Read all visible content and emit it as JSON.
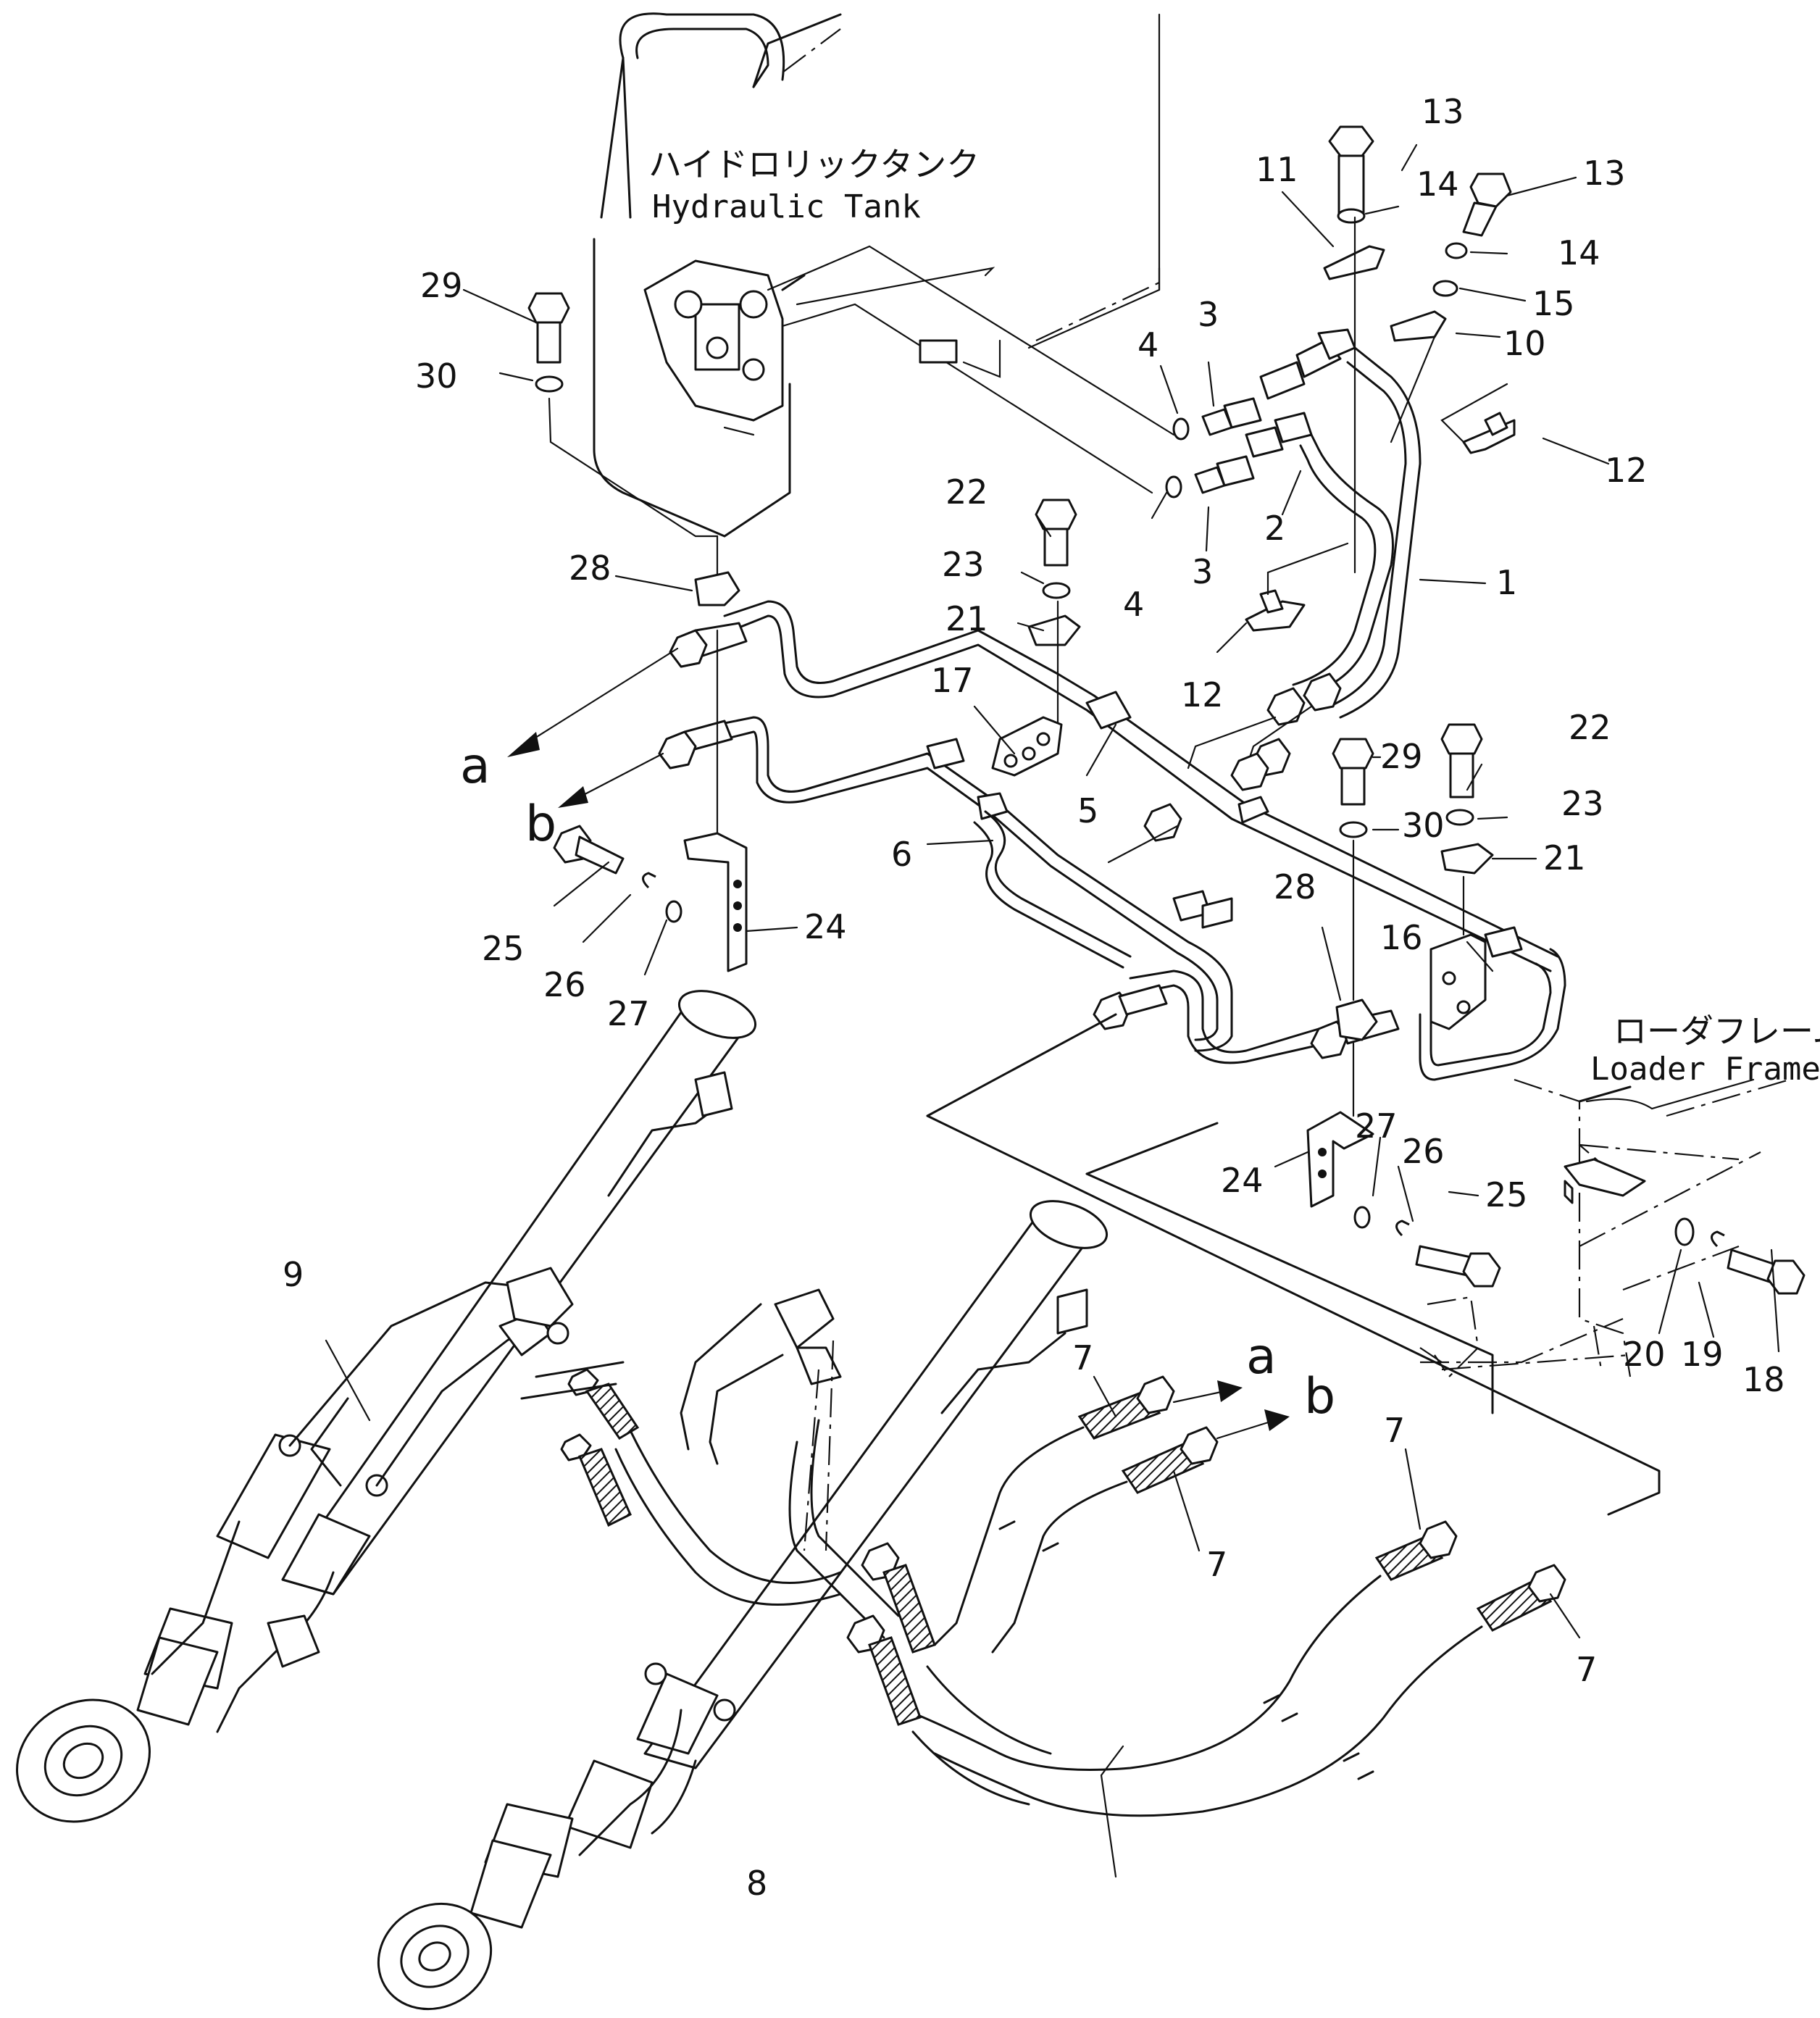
{
  "annotations": {
    "hydraulic_tank_jp": "ハイドロリックタンク",
    "hydraulic_tank_en": "Hydraulic Tank",
    "loader_frame_jp": "ローダフレーム",
    "loader_frame_en": "Loader Frame",
    "conn_a": "a",
    "conn_b": "b"
  },
  "callouts": {
    "c1": "1",
    "c2": "2",
    "c3a": "3",
    "c3b": "3",
    "c4a": "4",
    "c4b": "4",
    "c5": "5",
    "c6": "6",
    "c7a": "7",
    "c7b": "7",
    "c7c": "7",
    "c7d": "7",
    "c8": "8",
    "c9": "9",
    "c10": "10",
    "c11": "11",
    "c12a": "12",
    "c12b": "12",
    "c13a": "13",
    "c13b": "13",
    "c14a": "14",
    "c14b": "14",
    "c15": "15",
    "c16": "16",
    "c17": "17",
    "c18": "18",
    "c19": "19",
    "c20": "20",
    "c21a": "21",
    "c21b": "21",
    "c22a": "22",
    "c22b": "22",
    "c23a": "23",
    "c23b": "23",
    "c24a": "24",
    "c24b": "24",
    "c25a": "25",
    "c25b": "25",
    "c26a": "26",
    "c26b": "26",
    "c27a": "27",
    "c27b": "27",
    "c28a": "28",
    "c28b": "28",
    "c29a": "29",
    "c29b": "29",
    "c30a": "30",
    "c30b": "30"
  },
  "colors": {
    "ink": "#111111",
    "paper": "#ffffff"
  }
}
